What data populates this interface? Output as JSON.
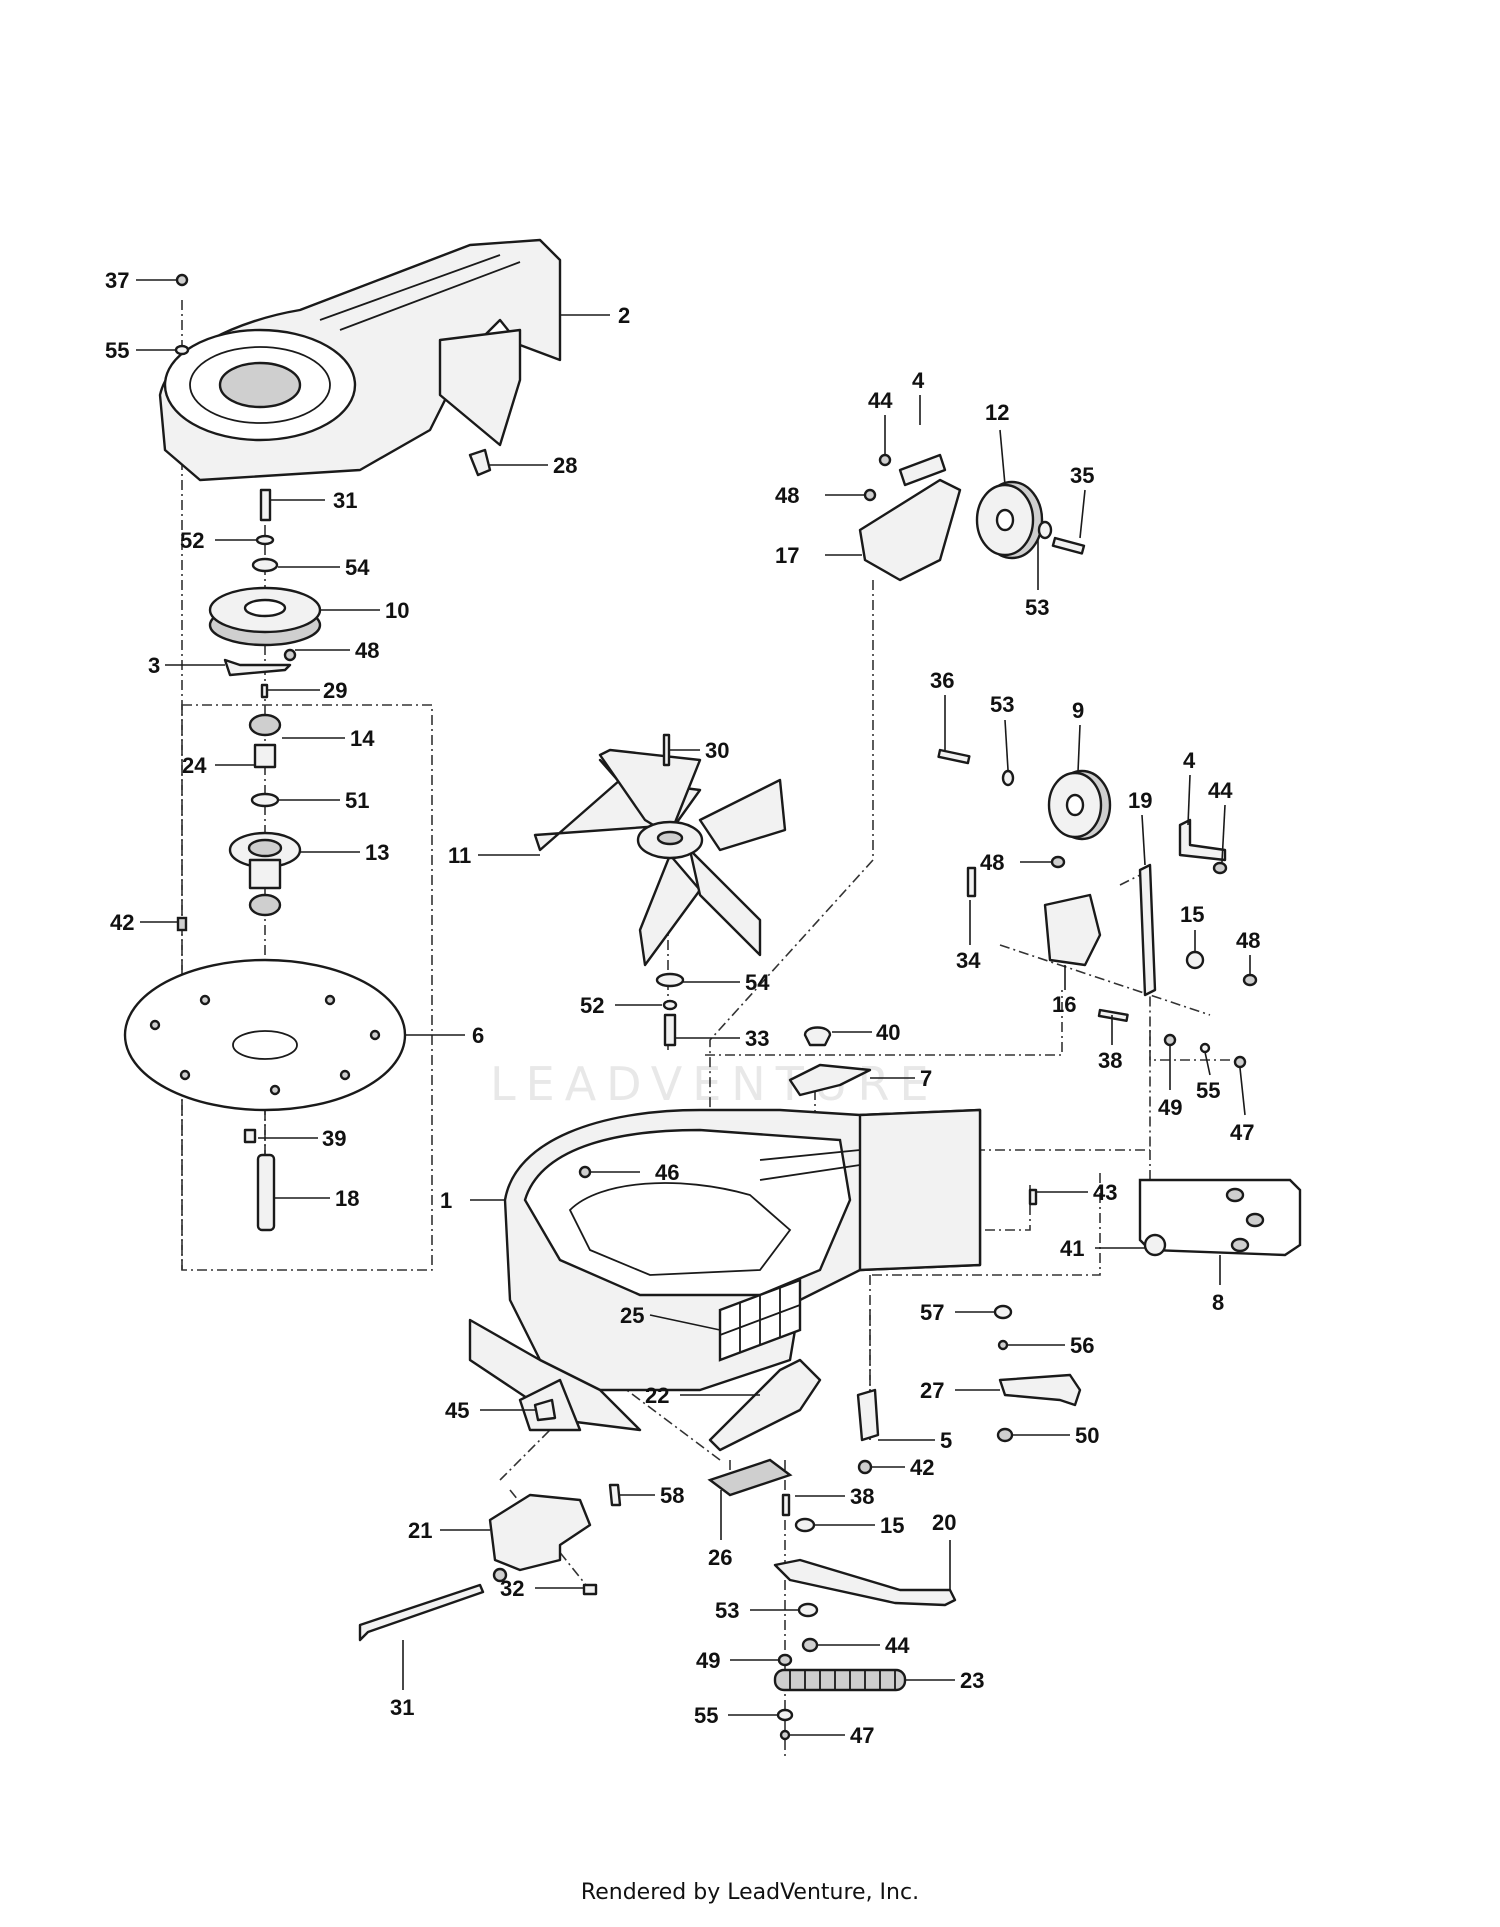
{
  "watermark": "LEADVENTURE",
  "footer": "Rendered by LeadVenture, Inc.",
  "callouts": [
    {
      "id": "c1",
      "label": "1"
    },
    {
      "id": "c2",
      "label": "2"
    },
    {
      "id": "c3",
      "label": "3"
    },
    {
      "id": "c4a",
      "label": "4"
    },
    {
      "id": "c4b",
      "label": "4"
    },
    {
      "id": "c5",
      "label": "5"
    },
    {
      "id": "c6",
      "label": "6"
    },
    {
      "id": "c7",
      "label": "7"
    },
    {
      "id": "c8",
      "label": "8"
    },
    {
      "id": "c9",
      "label": "9"
    },
    {
      "id": "c10",
      "label": "10"
    },
    {
      "id": "c11",
      "label": "11"
    },
    {
      "id": "c12",
      "label": "12"
    },
    {
      "id": "c13",
      "label": "13"
    },
    {
      "id": "c14",
      "label": "14"
    },
    {
      "id": "c15a",
      "label": "15"
    },
    {
      "id": "c15b",
      "label": "15"
    },
    {
      "id": "c16",
      "label": "16"
    },
    {
      "id": "c17",
      "label": "17"
    },
    {
      "id": "c18",
      "label": "18"
    },
    {
      "id": "c19",
      "label": "19"
    },
    {
      "id": "c20",
      "label": "20"
    },
    {
      "id": "c21",
      "label": "21"
    },
    {
      "id": "c22",
      "label": "22"
    },
    {
      "id": "c23",
      "label": "23"
    },
    {
      "id": "c24",
      "label": "24"
    },
    {
      "id": "c25",
      "label": "25"
    },
    {
      "id": "c26",
      "label": "26"
    },
    {
      "id": "c27",
      "label": "27"
    },
    {
      "id": "c28",
      "label": "28"
    },
    {
      "id": "c29",
      "label": "29"
    },
    {
      "id": "c30",
      "label": "30"
    },
    {
      "id": "c31a",
      "label": "31"
    },
    {
      "id": "c31b",
      "label": "31"
    },
    {
      "id": "c32",
      "label": "32"
    },
    {
      "id": "c33",
      "label": "33"
    },
    {
      "id": "c34",
      "label": "34"
    },
    {
      "id": "c35",
      "label": "35"
    },
    {
      "id": "c36",
      "label": "36"
    },
    {
      "id": "c37",
      "label": "37"
    },
    {
      "id": "c38a",
      "label": "38"
    },
    {
      "id": "c38b",
      "label": "38"
    },
    {
      "id": "c39",
      "label": "39"
    },
    {
      "id": "c40",
      "label": "40"
    },
    {
      "id": "c41",
      "label": "41"
    },
    {
      "id": "c42a",
      "label": "42"
    },
    {
      "id": "c42b",
      "label": "42"
    },
    {
      "id": "c43",
      "label": "43"
    },
    {
      "id": "c44a",
      "label": "44"
    },
    {
      "id": "c44b",
      "label": "44"
    },
    {
      "id": "c44c",
      "label": "44"
    },
    {
      "id": "c45",
      "label": "45"
    },
    {
      "id": "c46",
      "label": "46"
    },
    {
      "id": "c47a",
      "label": "47"
    },
    {
      "id": "c47b",
      "label": "47"
    },
    {
      "id": "c48a",
      "label": "48"
    },
    {
      "id": "c48b",
      "label": "48"
    },
    {
      "id": "c48c",
      "label": "48"
    },
    {
      "id": "c48d",
      "label": "48"
    },
    {
      "id": "c49a",
      "label": "49"
    },
    {
      "id": "c49b",
      "label": "49"
    },
    {
      "id": "c50",
      "label": "50"
    },
    {
      "id": "c51",
      "label": "51"
    },
    {
      "id": "c52a",
      "label": "52"
    },
    {
      "id": "c52b",
      "label": "52"
    },
    {
      "id": "c53a",
      "label": "53"
    },
    {
      "id": "c53b",
      "label": "53"
    },
    {
      "id": "c53c",
      "label": "53"
    },
    {
      "id": "c54a",
      "label": "54"
    },
    {
      "id": "c54b",
      "label": "54"
    },
    {
      "id": "c55a",
      "label": "55"
    },
    {
      "id": "c55b",
      "label": "55"
    },
    {
      "id": "c55c",
      "label": "55"
    },
    {
      "id": "c56",
      "label": "56"
    },
    {
      "id": "c57",
      "label": "57"
    },
    {
      "id": "c58",
      "label": "58"
    }
  ]
}
